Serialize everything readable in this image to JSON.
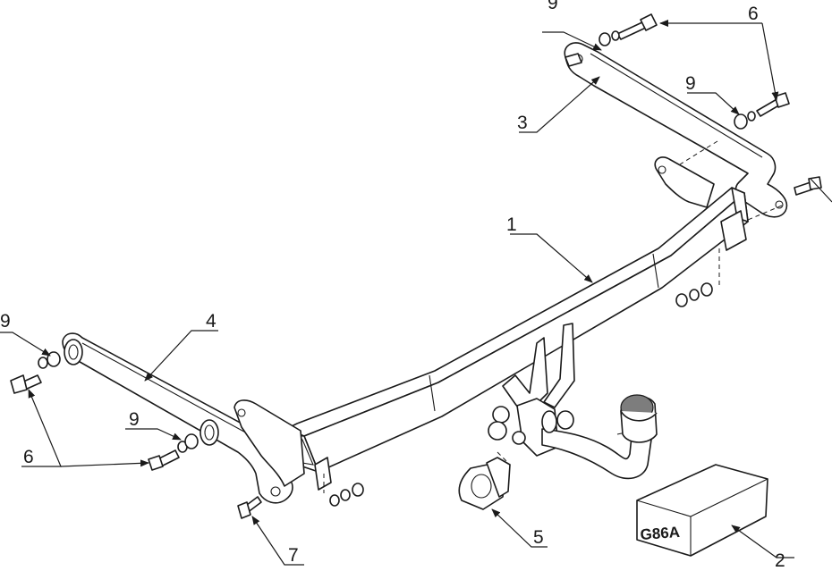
{
  "callouts": {
    "tow_bar": "1",
    "fitting_kit": "2",
    "right_bracket": "3",
    "left_bracket": "4",
    "socket_plate": "5",
    "bolt": "6",
    "bolt_lower": "7",
    "washer": "9"
  },
  "kit_box": {
    "code": "G86A"
  },
  "colors": {
    "ink": "#1a1a1a",
    "ball_shade": "#7d7d7d",
    "background": "#ffffff"
  }
}
